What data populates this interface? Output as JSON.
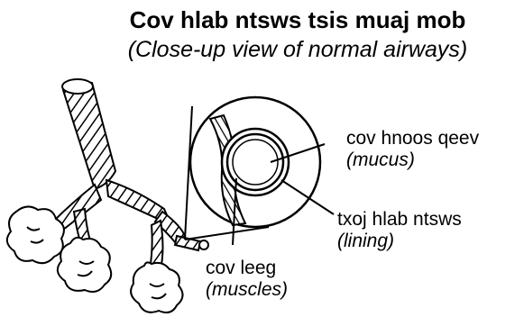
{
  "title": "Cov hlab ntsws tsis muaj mob",
  "subtitle": "(Close-up view of normal airways)",
  "labels": {
    "mucus_hmong": "cov hnoos qeev",
    "mucus_en": "(mucus)",
    "lining_hmong": "txoj hlab ntsws",
    "lining_en": "(lining)",
    "muscles_hmong": "cov leeg",
    "muscles_en": "(muscles)"
  }
}
